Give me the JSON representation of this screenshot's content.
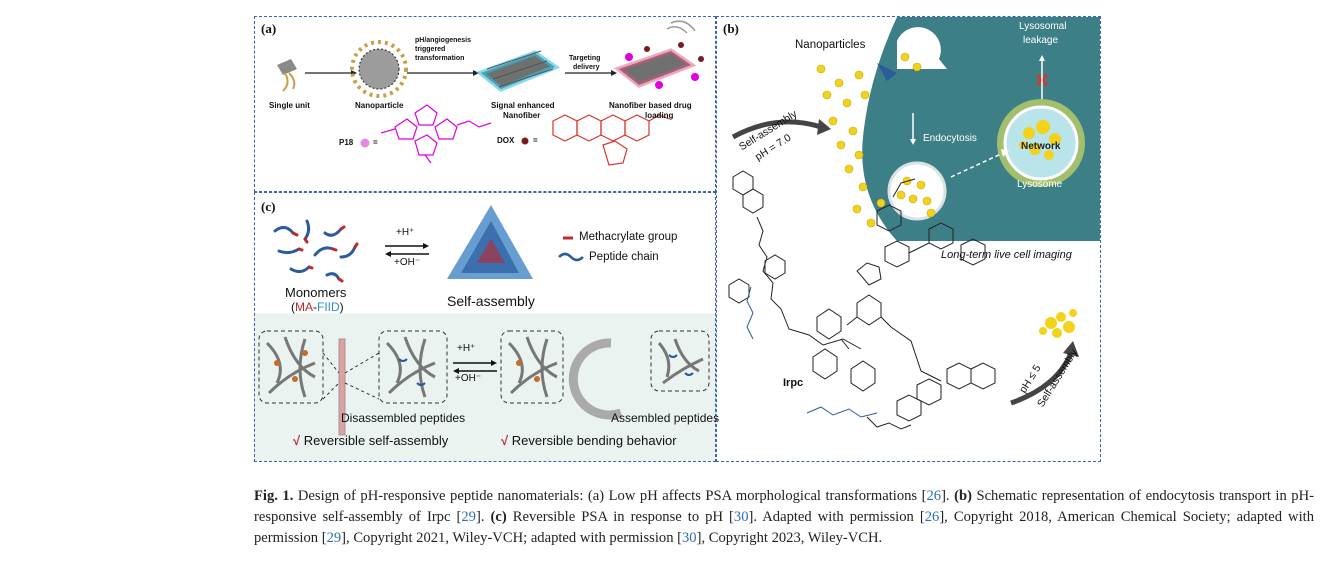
{
  "panel_a": {
    "label": "(a)",
    "single_unit": "Single unit",
    "nanoparticle": "Nanoparticle",
    "trigger": [
      "pH/angiogenesis",
      "triggered",
      "transformation"
    ],
    "signal_nanofiber": [
      "Signal enhanced",
      "Nanofiber"
    ],
    "targeting": [
      "Targeting",
      "delivery"
    ],
    "drug_loading": [
      "Nanofiber based drug",
      "loading"
    ],
    "p18": "P18",
    "dox": "DOX",
    "equals": "="
  },
  "panel_b": {
    "label": "(b)",
    "nanoparticles": "Nanoparticles",
    "lysosomal_leakage": [
      "Lysosomal",
      "leakage"
    ],
    "endocytosis": "Endocytosis",
    "network": "Network",
    "lysosome": "Lysosome",
    "self_assembly_top": "Self-assembly",
    "ph_top": "pH = 7.0",
    "long_term": "Long-term live cell imaging",
    "irpc": "Irpc",
    "ph_bottom": "pH ≤ 5",
    "self_assembly_bottom": "Self-assembly"
  },
  "panel_c": {
    "label": "(c)",
    "h_plus": "+H⁺",
    "oh_minus": "+OH⁻",
    "methacrylate": "Methacrylate group",
    "peptide_chain": "Peptide chain",
    "monomers": "Monomers",
    "ma_fiid_open": "(",
    "ma": "MA",
    "dash": "-",
    "fiid": "FIID",
    "ma_fiid_close": ")",
    "self_assembly": "Self-assembly",
    "h_plus_2": "+H⁺",
    "oh_minus_2": "+OH⁻",
    "disassembled": "Disassembled peptides",
    "assembled": "Assembled peptides",
    "check": "√",
    "reversible_self_assembly": "Reversible self-assembly",
    "reversible_bending": "Reversible bending behavior"
  },
  "caption": {
    "fig": "Fig. 1.",
    "p1": " Design of pH-responsive peptide nanomaterials: (a) Low pH affects PSA morphological transformations [",
    "c26a": "26",
    "p2": "]. ",
    "b": "(b)",
    "p3": " Schematic representation of endocytosis transport in pH-responsive self-assembly of Irpc [",
    "c29a": "29",
    "p4": "]. ",
    "c": "(c)",
    "p5": " Reversible PSA in response to pH [",
    "c30a": "30",
    "p6": "]. Adapted with permission [",
    "c26b": "26",
    "p7": "], Copyright 2018, American Chemical Society; adapted with permission [",
    "c29b": "29",
    "p8": "], Copyright 2021, Wiley-VCH; adapted with permission [",
    "c30b": "30",
    "p9": "], Copyright 2023, Wiley-VCH."
  },
  "colors": {
    "panel_border": "#3a63b0",
    "cell_teal": "#3d7f86",
    "nanoparticle_yellow": "#f2d21b",
    "cite_blue": "#2d6eb5",
    "magenta": "#e100e1",
    "dox_red": "#d8342c",
    "methacrylate_red": "#c1272d",
    "peptide_blue": "#2a5b9e"
  }
}
